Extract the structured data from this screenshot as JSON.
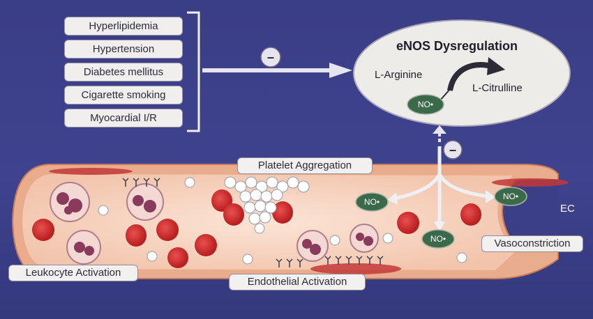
{
  "risk_factors": [
    "Hyperlipidemia",
    "Hypertension",
    "Diabetes mellitus",
    "Cigarette smoking",
    "Myocardial I/R"
  ],
  "inhibition_symbol": "–",
  "enos": {
    "title": "eNOS Dysregulation",
    "l_arginine": "L-Arginine",
    "l_citrulline": "L-Citrulline",
    "no_label": "NO•"
  },
  "vessel_labels": {
    "platelet_aggregation": "Platelet Aggregation",
    "leukocyte_activation": "Leukocyte Activation",
    "endothelial_activation": "Endothelial Activation",
    "vasoconstriction": "Vasoconstriction",
    "ec": "EC"
  },
  "no_badges": [
    "NO•",
    "NO•",
    "NO•"
  ],
  "colors": {
    "background": "#3b3f88",
    "vessel_lumen": "#f7d6c4",
    "vessel_wall": "#e8a98a",
    "rbc": "#d02a2a",
    "no_badge": "#3b6a4a",
    "ellipse": "#eeece9"
  }
}
